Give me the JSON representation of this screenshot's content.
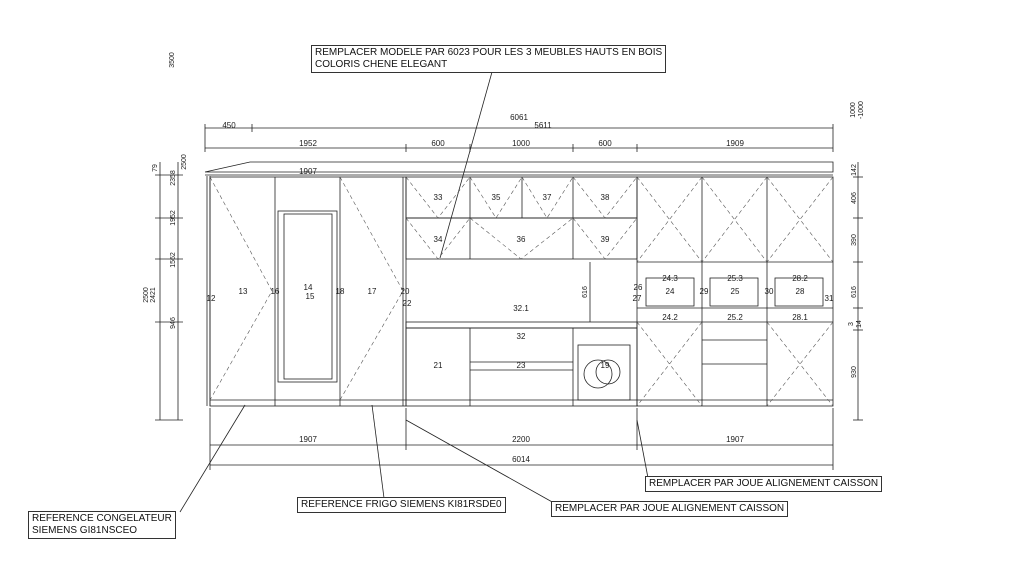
{
  "notes": {
    "top": [
      "REMPLACER MODELE PAR 6023 POUR LES 3 MEUBLES HAUTS EN BOIS",
      "COLORIS CHENE ELEGANT"
    ],
    "joue_right": "REMPLACER PAR JOUE ALIGNEMENT CAISSON",
    "joue_center": "REMPLACER PAR JOUE ALIGNEMENT CAISSON",
    "frigo": "REFERENCE FRIGO SIEMENS KI81RSDE0",
    "congelateur": [
      "REFERENCE CONGELATEUR",
      "SIEMENS GI81NSCEO"
    ]
  },
  "dims": {
    "overall_top": "6061",
    "sub_top": "5611",
    "left_offset": "450",
    "top_1952": "1952",
    "top_600a": "600",
    "top_1000": "1000",
    "top_600b": "600",
    "top_1909": "1909",
    "inner_1907": "1907",
    "bottom_1907a": "1907",
    "bottom_2200": "2200",
    "bottom_1907b": "1907",
    "bottom_total": "6014",
    "left_3500": "3500",
    "left_2500a": "2500",
    "left_79": "79",
    "left_2358": "2358",
    "left_1952": "1952",
    "left_1562": "1562",
    "left_946": "946",
    "left_2500b": "2500",
    "left_2421": "2421",
    "right_1000": "1000",
    "right_m1000": "-1000",
    "right_142": "142",
    "right_406": "406",
    "right_390": "390",
    "right_616": "616",
    "right_3": "3",
    "right_14": "14",
    "right_930": "930",
    "mid_616": "616"
  },
  "labels": {
    "n12": "12",
    "n13": "13",
    "n14": "14",
    "n15": "15",
    "n16": "16",
    "n17": "17",
    "n18": "18",
    "n19": "19",
    "n20": "20",
    "n21": "21",
    "n22": "22",
    "n23": "23",
    "n24": "24",
    "n242": "24.2",
    "n243": "24.3",
    "n25": "25",
    "n252": "25.2",
    "n253": "25.3",
    "n26": "26",
    "n27": "27",
    "n28": "28",
    "n281": "28.1",
    "n282": "28.2",
    "n29": "29",
    "n30": "30",
    "n31": "31",
    "n32": "32",
    "n321": "32.1",
    "n33": "33",
    "n34": "34",
    "n35": "35",
    "n36": "36",
    "n37": "37",
    "n38": "38",
    "n39": "39"
  }
}
